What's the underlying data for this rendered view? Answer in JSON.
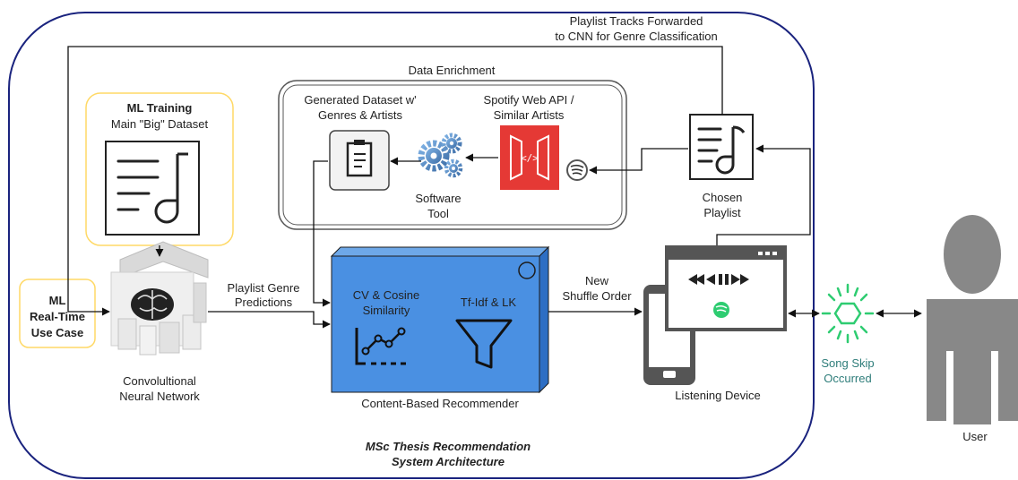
{
  "caption": {
    "line1": "MSc Thesis Recommendation",
    "line2": "System Architecture"
  },
  "top_arrow_label": {
    "line1": "Playlist Tracks Forwarded",
    "line2": "to CNN for Genre Classification"
  },
  "enrichment": {
    "title": "Data Enrichment",
    "dataset_label": {
      "line1": "Generated Dataset w'",
      "line2": "Genres & Artists"
    },
    "api_label": {
      "line1": "Spotify Web API /",
      "line2": "Similar Artists"
    },
    "software_label": {
      "line1": "Software",
      "line2": "Tool"
    }
  },
  "training": {
    "title": "ML Training",
    "subtitle": "Main \"Big\" Dataset"
  },
  "use_case": {
    "line1": "ML",
    "line2": "Real-Time",
    "line3": "Use Case"
  },
  "cnn": {
    "line1": "Convolultional",
    "line2": "Neural Network"
  },
  "genre_predictions": {
    "line1": "Playlist Genre",
    "line2": "Predictions"
  },
  "recommender": {
    "cv_line1": "CV & Cosine",
    "cv_line2": "Similarity",
    "tfidf": "Tf-Idf & LK",
    "label": "Content-Based Recommender"
  },
  "shuffle": {
    "line1": "New",
    "line2": "Shuffle Order"
  },
  "playlist": {
    "line1": "Chosen",
    "line2": "Playlist"
  },
  "device": {
    "label": "Listening Device"
  },
  "skip": {
    "line1": "Song Skip",
    "line2": "Occurred"
  },
  "user": {
    "label": "User"
  },
  "colors": {
    "frame": "#1a237e",
    "highlight": "#ffd966",
    "recommender_fill": "#4a90e2",
    "api_red": "#e53935",
    "skip_green": "#2ecc71",
    "user_gray": "#888888"
  }
}
